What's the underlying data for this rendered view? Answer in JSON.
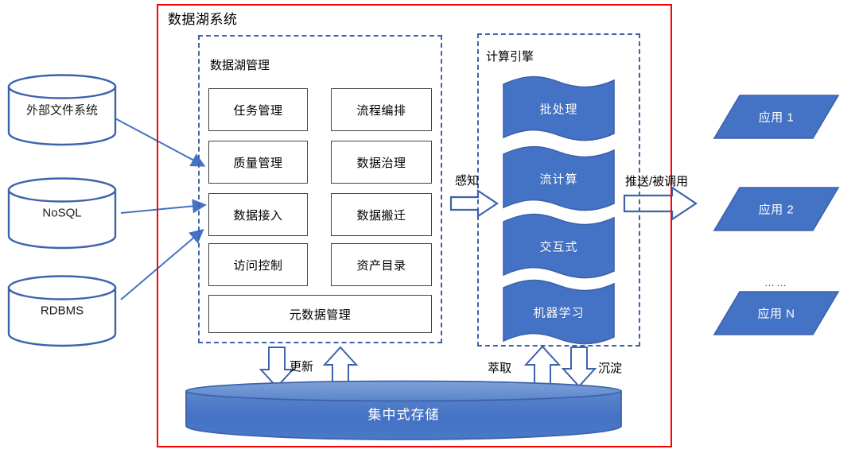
{
  "diagram": {
    "system_title": "数据湖系统",
    "frame_color": "#ff0000",
    "panel_border_color": "#3d62ac",
    "accent_blue": "#4472c4"
  },
  "sources": [
    {
      "id": "external-file-system",
      "label": "外部文件系统"
    },
    {
      "id": "nosql",
      "label": "NoSQL"
    },
    {
      "id": "rdbms",
      "label": "RDBMS"
    }
  ],
  "lake_management": {
    "title": "数据湖管理",
    "modules": [
      {
        "label": "任务管理"
      },
      {
        "label": "流程编排"
      },
      {
        "label": "质量管理"
      },
      {
        "label": "数据治理"
      },
      {
        "label": "数据接入"
      },
      {
        "label": "数据搬迁"
      },
      {
        "label": "访问控制"
      },
      {
        "label": "资产目录"
      }
    ],
    "metadata_module": {
      "label": "元数据管理"
    }
  },
  "compute_engine": {
    "title": "计算引擎",
    "engines": [
      {
        "label": "批处理"
      },
      {
        "label": "流计算"
      },
      {
        "label": "交互式"
      },
      {
        "label": "机器学习"
      }
    ]
  },
  "storage": {
    "label": "集中式存储"
  },
  "applications": {
    "items": [
      {
        "label": "应用 1"
      },
      {
        "label": "应用 2"
      },
      {
        "label": "应用 N"
      }
    ],
    "ellipsis": "……"
  },
  "flows": {
    "sense": "感知",
    "push_or_invoke": "推送/被调用",
    "update": "更新",
    "extract": "萃取",
    "deposit": "沉淀"
  }
}
